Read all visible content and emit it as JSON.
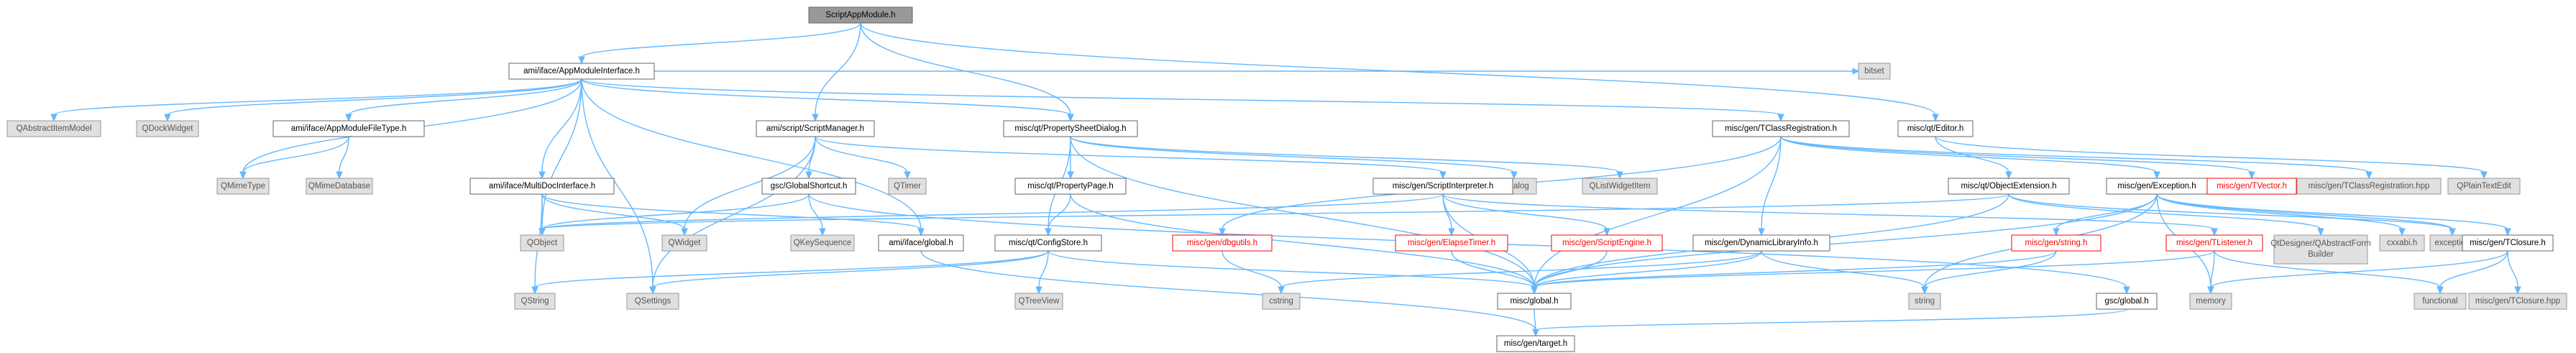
{
  "graph_title": "ScriptAppModule.h include dependency graph",
  "styles": {
    "root": {
      "fill": "#999999",
      "stroke": "#666666",
      "text": "#000000"
    },
    "normal": {
      "fill": "#ffffff",
      "stroke": "#666666",
      "text": "#000000"
    },
    "external": {
      "fill": "#e0e0e0",
      "stroke": "#999999",
      "text": "#555555"
    },
    "truncated": {
      "fill": "#ffffff",
      "stroke": "#ff0000",
      "text": "#ff0000"
    },
    "edge": "#63b8ff"
  },
  "nodes": [
    {
      "id": "ScriptAppModule",
      "label": "ScriptAppModule.h",
      "kind": "root"
    },
    {
      "id": "AppModuleInterface",
      "label": "ami/iface/AppModuleInterface.h",
      "kind": "normal"
    },
    {
      "id": "ScriptManager",
      "label": "ami/script/ScriptManager.h",
      "kind": "normal"
    },
    {
      "id": "PropertySheetDialog",
      "label": "misc/qt/PropertySheetDialog.h",
      "kind": "normal"
    },
    {
      "id": "bitset",
      "label": "bitset",
      "kind": "external"
    },
    {
      "id": "Editor",
      "label": "misc/qt/Editor.h",
      "kind": "normal"
    },
    {
      "id": "QAbstractItemModel",
      "label": "QAbstractItemModel",
      "kind": "external"
    },
    {
      "id": "QDockWidget",
      "label": "QDockWidget",
      "kind": "external"
    },
    {
      "id": "AppModuleFileType",
      "label": "ami/iface/AppModuleFileType.h",
      "kind": "normal"
    },
    {
      "id": "QMimeType",
      "label": "QMimeType",
      "kind": "external"
    },
    {
      "id": "QMimeDatabase",
      "label": "QMimeDatabase",
      "kind": "external"
    },
    {
      "id": "MultiDocInterface",
      "label": "ami/iface/MultiDocInterface.h",
      "kind": "normal"
    },
    {
      "id": "QObject",
      "label": "QObject",
      "kind": "external"
    },
    {
      "id": "QWidget",
      "label": "QWidget",
      "kind": "external"
    },
    {
      "id": "QString",
      "label": "QString",
      "kind": "external"
    },
    {
      "id": "QSettings",
      "label": "QSettings",
      "kind": "external"
    },
    {
      "id": "GlobalShortcut",
      "label": "gsc/GlobalShortcut.h",
      "kind": "normal"
    },
    {
      "id": "QKeySequence",
      "label": "QKeySequence",
      "kind": "external"
    },
    {
      "id": "QTimer",
      "label": "QTimer",
      "kind": "external"
    },
    {
      "id": "ifaceGlobal",
      "label": "ami/iface/global.h",
      "kind": "normal"
    },
    {
      "id": "PropertyPage",
      "label": "misc/qt/PropertyPage.h",
      "kind": "normal"
    },
    {
      "id": "ConfigStore",
      "label": "misc/qt/ConfigStore.h",
      "kind": "normal"
    },
    {
      "id": "QTreeView",
      "label": "QTreeView",
      "kind": "external"
    },
    {
      "id": "QDialog",
      "label": "QDialog",
      "kind": "external"
    },
    {
      "id": "QListWidgetItem",
      "label": "QListWidgetItem",
      "kind": "external"
    },
    {
      "id": "TClassRegistration",
      "label": "misc/gen/TClassRegistration.h",
      "kind": "normal"
    },
    {
      "id": "ScriptInterpreter",
      "label": "misc/gen/ScriptInterpreter.h",
      "kind": "normal"
    },
    {
      "id": "dbgutils",
      "label": "misc/gen/dbgutils.h",
      "kind": "truncated"
    },
    {
      "id": "ElapseTimer",
      "label": "misc/gen/ElapseTimer.h",
      "kind": "truncated"
    },
    {
      "id": "ScriptEngine",
      "label": "misc/gen/ScriptEngine.h",
      "kind": "truncated"
    },
    {
      "id": "DynamicLibraryInfo",
      "label": "misc/gen/DynamicLibraryInfo.h",
      "kind": "normal"
    },
    {
      "id": "cstring",
      "label": "cstring",
      "kind": "external"
    },
    {
      "id": "miscGlobal",
      "label": "misc/global.h",
      "kind": "normal"
    },
    {
      "id": "target",
      "label": "misc/gen/target.h",
      "kind": "normal"
    },
    {
      "id": "gscGlobal",
      "label": "gsc/global.h",
      "kind": "normal"
    },
    {
      "id": "string",
      "label": "string",
      "kind": "external"
    },
    {
      "id": "ObjectExtension",
      "label": "misc/qt/ObjectExtension.h",
      "kind": "normal"
    },
    {
      "id": "Exception",
      "label": "misc/gen/Exception.h",
      "kind": "normal"
    },
    {
      "id": "miscString",
      "label": "misc/gen/string.h",
      "kind": "truncated"
    },
    {
      "id": "TListener",
      "label": "misc/gen/TListener.h",
      "kind": "truncated"
    },
    {
      "id": "memory",
      "label": "memory",
      "kind": "external"
    },
    {
      "id": "QDesignerForm",
      "label": "QtDesigner/QAbstractFormBuilder",
      "kind": "external"
    },
    {
      "id": "cxxabi",
      "label": "cxxabi.h",
      "kind": "external"
    },
    {
      "id": "exception",
      "label": "exception",
      "kind": "external"
    },
    {
      "id": "TVector",
      "label": "misc/gen/TVector.h",
      "kind": "truncated"
    },
    {
      "id": "TClassRegistrationHpp",
      "label": "misc/gen/TClassRegistration.hpp",
      "kind": "external"
    },
    {
      "id": "QPlainTextEdit",
      "label": "QPlainTextEdit",
      "kind": "external"
    },
    {
      "id": "TClosure",
      "label": "misc/gen/TClosure.h",
      "kind": "normal"
    },
    {
      "id": "functional",
      "label": "functional",
      "kind": "external"
    },
    {
      "id": "TClosureHpp",
      "label": "misc/gen/TClosure.hpp",
      "kind": "external"
    }
  ],
  "edges": [
    [
      "ScriptAppModule",
      "AppModuleInterface"
    ],
    [
      "ScriptAppModule",
      "ScriptManager"
    ],
    [
      "ScriptAppModule",
      "PropertySheetDialog"
    ],
    [
      "ScriptAppModule",
      "Editor"
    ],
    [
      "AppModuleInterface",
      "QAbstractItemModel"
    ],
    [
      "AppModuleInterface",
      "QDockWidget"
    ],
    [
      "AppModuleInterface",
      "AppModuleFileType"
    ],
    [
      "AppModuleInterface",
      "QMimeType"
    ],
    [
      "AppModuleInterface",
      "MultiDocInterface"
    ],
    [
      "AppModuleInterface",
      "QObject"
    ],
    [
      "AppModuleInterface",
      "QSettings"
    ],
    [
      "AppModuleInterface",
      "ifaceGlobal"
    ],
    [
      "AppModuleInterface",
      "PropertySheetDialog"
    ],
    [
      "AppModuleInterface",
      "TClassRegistration"
    ],
    [
      "AppModuleInterface",
      "bitset"
    ],
    [
      "AppModuleFileType",
      "QMimeType"
    ],
    [
      "AppModuleFileType",
      "QMimeDatabase"
    ],
    [
      "MultiDocInterface",
      "QObject"
    ],
    [
      "MultiDocInterface",
      "QWidget"
    ],
    [
      "MultiDocInterface",
      "QString"
    ],
    [
      "MultiDocInterface",
      "ifaceGlobal"
    ],
    [
      "ScriptManager",
      "GlobalShortcut"
    ],
    [
      "ScriptManager",
      "QTimer"
    ],
    [
      "ScriptManager",
      "QWidget"
    ],
    [
      "ScriptManager",
      "QSettings"
    ],
    [
      "ScriptManager",
      "ScriptInterpreter"
    ],
    [
      "GlobalShortcut",
      "QObject"
    ],
    [
      "GlobalShortcut",
      "QKeySequence"
    ],
    [
      "GlobalShortcut",
      "gscGlobal"
    ],
    [
      "ifaceGlobal",
      "target"
    ],
    [
      "PropertySheetDialog",
      "PropertyPage"
    ],
    [
      "PropertySheetDialog",
      "ConfigStore"
    ],
    [
      "PropertySheetDialog",
      "QDialog"
    ],
    [
      "PropertySheetDialog",
      "QListWidgetItem"
    ],
    [
      "PropertySheetDialog",
      "miscGlobal"
    ],
    [
      "PropertyPage",
      "ConfigStore"
    ],
    [
      "PropertyPage",
      "miscGlobal"
    ],
    [
      "ConfigStore",
      "QSettings"
    ],
    [
      "ConfigStore",
      "QString"
    ],
    [
      "ConfigStore",
      "QTreeView"
    ],
    [
      "ConfigStore",
      "miscGlobal"
    ],
    [
      "TClassRegistration",
      "dbgutils"
    ],
    [
      "TClassRegistration",
      "DynamicLibraryInfo"
    ],
    [
      "TClassRegistration",
      "Exception"
    ],
    [
      "TClassRegistration",
      "TVector"
    ],
    [
      "TClassRegistration",
      "TClassRegistrationHpp"
    ],
    [
      "TClassRegistration",
      "miscGlobal"
    ],
    [
      "ScriptInterpreter",
      "ElapseTimer"
    ],
    [
      "ScriptInterpreter",
      "ScriptEngine"
    ],
    [
      "ScriptInterpreter",
      "QObject"
    ],
    [
      "ScriptInterpreter",
      "TListener"
    ],
    [
      "ScriptInterpreter",
      "miscGlobal"
    ],
    [
      "dbgutils",
      "cstring"
    ],
    [
      "ElapseTimer",
      "miscGlobal"
    ],
    [
      "ScriptEngine",
      "miscGlobal"
    ],
    [
      "DynamicLibraryInfo",
      "miscGlobal"
    ],
    [
      "DynamicLibraryInfo",
      "string"
    ],
    [
      "DynamicLibraryInfo",
      "cstring"
    ],
    [
      "miscGlobal",
      "target"
    ],
    [
      "gscGlobal",
      "target"
    ],
    [
      "Editor",
      "ObjectExtension"
    ],
    [
      "Editor",
      "QPlainTextEdit"
    ],
    [
      "ObjectExtension",
      "QObject"
    ],
    [
      "ObjectExtension",
      "miscGlobal"
    ],
    [
      "ObjectExtension",
      "QDesignerForm"
    ],
    [
      "ObjectExtension",
      "exception"
    ],
    [
      "Exception",
      "miscString"
    ],
    [
      "Exception",
      "miscGlobal"
    ],
    [
      "Exception",
      "cxxabi"
    ],
    [
      "Exception",
      "exception"
    ],
    [
      "Exception",
      "TClosure"
    ],
    [
      "Exception",
      "memory"
    ],
    [
      "Exception",
      "string"
    ],
    [
      "miscString",
      "miscGlobal"
    ],
    [
      "miscString",
      "string"
    ],
    [
      "TListener",
      "memory"
    ],
    [
      "TListener",
      "functional"
    ],
    [
      "TListener",
      "miscGlobal"
    ],
    [
      "TClosure",
      "functional"
    ],
    [
      "TClosure",
      "TClosureHpp"
    ],
    [
      "TClosure",
      "memory"
    ]
  ]
}
